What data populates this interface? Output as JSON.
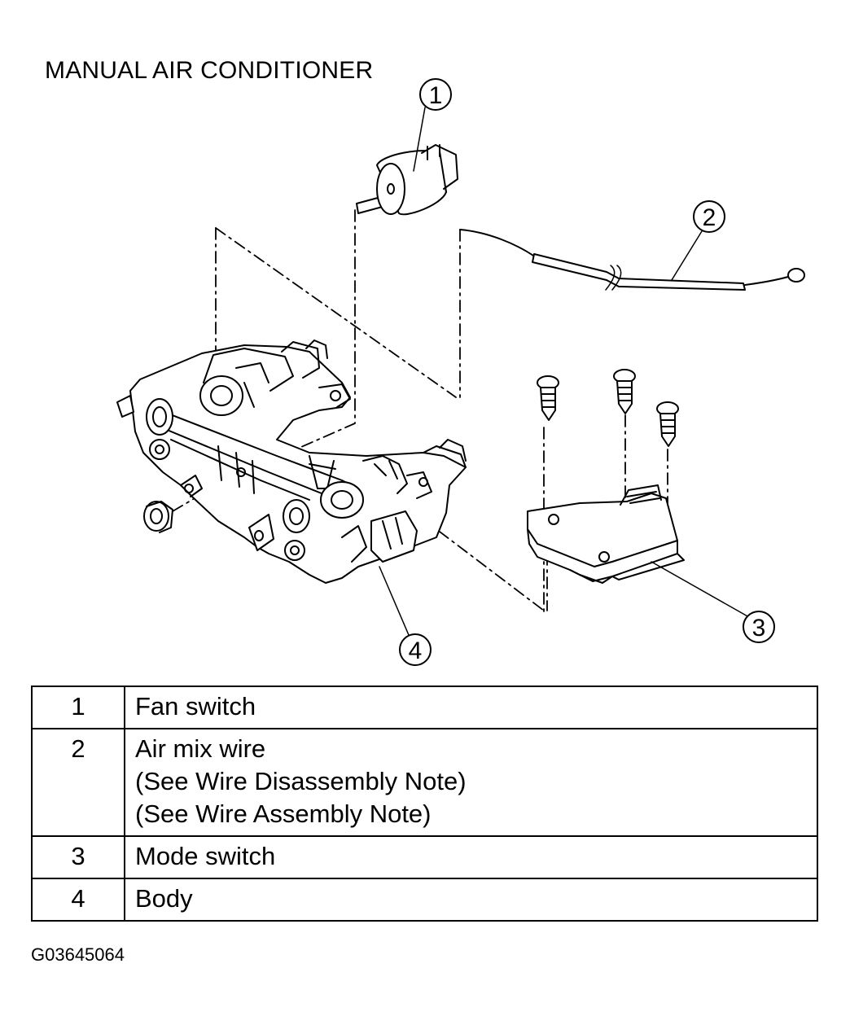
{
  "title": "MANUAL AIR CONDITIONER",
  "callouts": [
    "1",
    "2",
    "3",
    "4"
  ],
  "legend": [
    {
      "num": "1",
      "lines": [
        "Fan switch"
      ]
    },
    {
      "num": "2",
      "lines": [
        "Air mix wire",
        "(See Wire Disassembly Note)",
        "(See Wire Assembly Note)"
      ]
    },
    {
      "num": "3",
      "lines": [
        "Mode switch"
      ]
    },
    {
      "num": "4",
      "lines": [
        "Body"
      ]
    }
  ],
  "figure_id": "G03645064"
}
